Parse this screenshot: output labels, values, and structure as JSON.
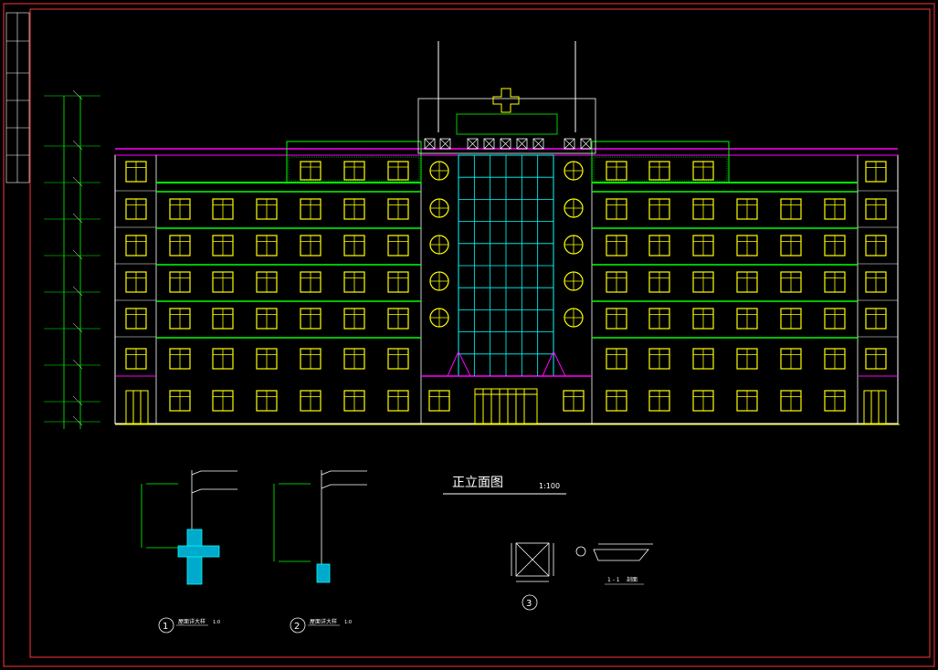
{
  "drawing": {
    "main_title": "正立面图",
    "main_scale": "1:100",
    "detail_1": {
      "number": "1",
      "title": "屋面详大样",
      "scale": "1:0"
    },
    "detail_2": {
      "number": "2",
      "title": "屋面详大样",
      "scale": "1:0"
    },
    "detail_3": {
      "number": "3"
    },
    "section_label": "1 - 1",
    "section_suffix": "剖面"
  },
  "colors": {
    "background": "#000000",
    "frame": "#ff3333",
    "wall": "#ffffff",
    "window": "#ffff00",
    "band": "#00ff00",
    "curtain_wall": "#00ffff",
    "accent": "#ff00ff"
  }
}
